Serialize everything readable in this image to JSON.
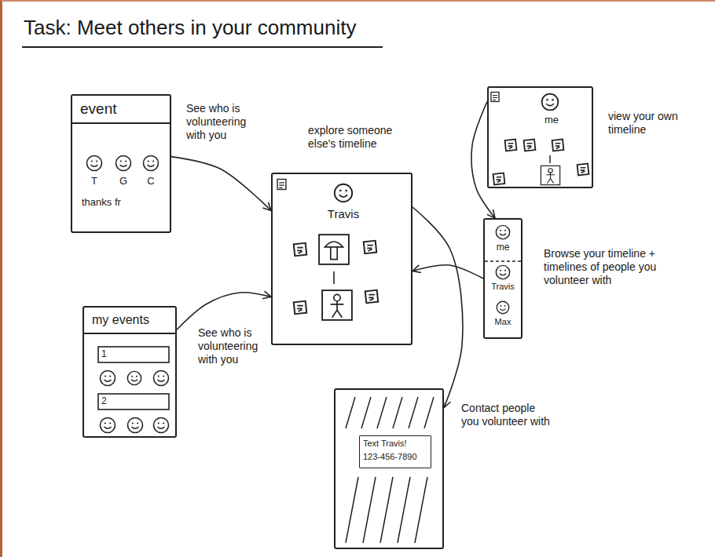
{
  "diagram": {
    "title": "Task: Meet others in your community",
    "nodes": [
      {
        "text": [
          "event",
          "See who is volunteering with you",
          "T",
          "G",
          "C",
          "thanks fr"
        ]
      },
      {
        "text": [
          "explore someone else's timeline",
          "Travis"
        ]
      },
      {
        "text": [
          "me",
          "view your own timeline"
        ]
      },
      {
        "text": [
          "me",
          "Travis",
          "Max",
          "Browse your timeline + timelines of people you volunteer with"
        ]
      },
      {
        "text": [
          "my events",
          "1",
          "2",
          "See who is volunteering with you"
        ]
      },
      {
        "text": [
          "Contact people you volunteer with"
        ]
      },
      {
        "text": [
          "Text Travis!",
          "123-456-7890"
        ],
        "in": 5
      }
    ],
    "edges": [
      {
        "from": 0,
        "to": 1,
        "arrow": "to"
      },
      {
        "from": 4,
        "to": 1,
        "arrow": "to"
      },
      {
        "from": 2,
        "to": 3,
        "arrow": "to"
      },
      {
        "from": 3,
        "to": 1,
        "arrow": "to"
      },
      {
        "from": 1,
        "to": 5,
        "arrow": "to"
      }
    ]
  }
}
